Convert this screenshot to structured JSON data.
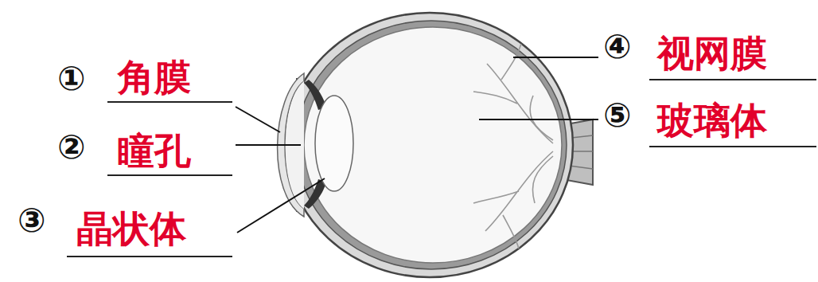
{
  "diagram": {
    "labels": [
      "①",
      "角膜",
      "②",
      "瞳孔",
      "③",
      "晶状体",
      "④",
      "视网膜",
      "⑤",
      "玻璃体"
    ]
  }
}
